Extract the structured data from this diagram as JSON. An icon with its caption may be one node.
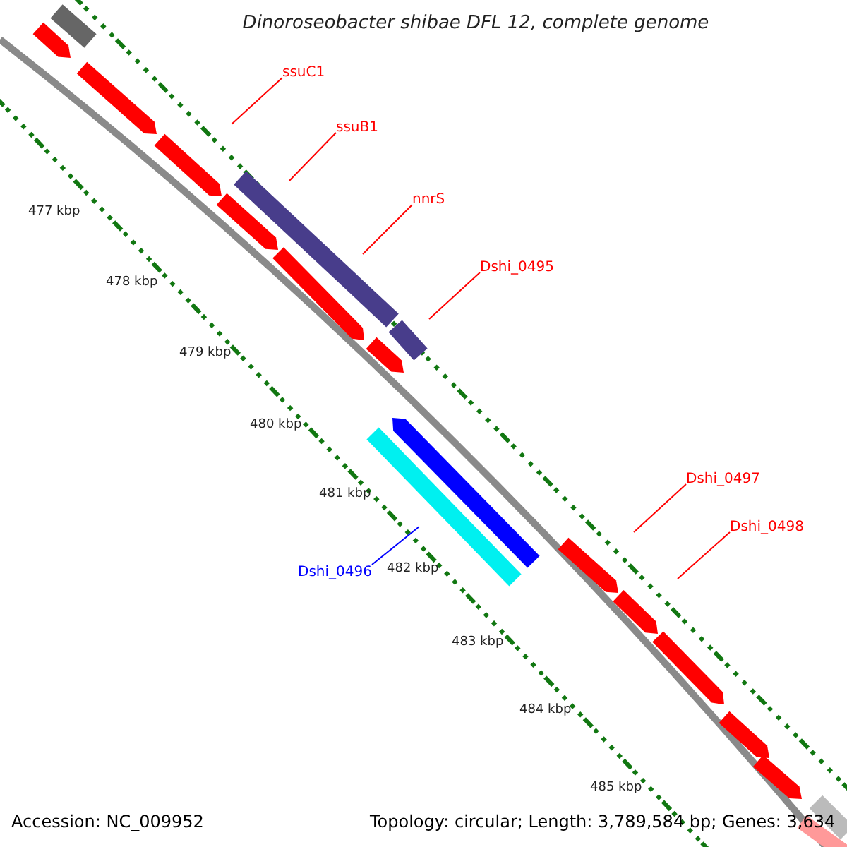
{
  "diagram": {
    "title": "Dinoroseobacter shibae DFL 12, complete genome",
    "nodes": [
      {
        "text": [
          "ssuC1"
        ]
      },
      {
        "text": [
          "ssuB1"
        ]
      },
      {
        "text": [
          "nnrS"
        ]
      },
      {
        "text": [
          "Dshi_0495"
        ]
      },
      {
        "text": [
          "Dshi_0497"
        ]
      },
      {
        "text": [
          "Dshi_0498"
        ]
      },
      {
        "text": [
          "Dshi_0496"
        ]
      }
    ],
    "edges": [
      {
        "from": 0,
        "to": null,
        "arrow": "none"
      },
      {
        "from": 1,
        "to": null,
        "arrow": "none"
      },
      {
        "from": 2,
        "to": null,
        "arrow": "none"
      },
      {
        "from": 3,
        "to": null,
        "arrow": "none"
      },
      {
        "from": 4,
        "to": null,
        "arrow": "none"
      },
      {
        "from": 5,
        "to": null,
        "arrow": "none"
      },
      {
        "from": 6,
        "to": null,
        "arrow": "none",
        "color": "#0000ff"
      }
    ],
    "labels": [
      "477 kbp",
      "478 kbp",
      "479 kbp",
      "480 kbp",
      "481 kbp",
      "482 kbp",
      "483 kbp",
      "484 kbp",
      "485 kbp",
      "Accession: NC_009952",
      "Topology: circular; Length: 3,789,584 bp; Genes: 3,634"
    ]
  }
}
